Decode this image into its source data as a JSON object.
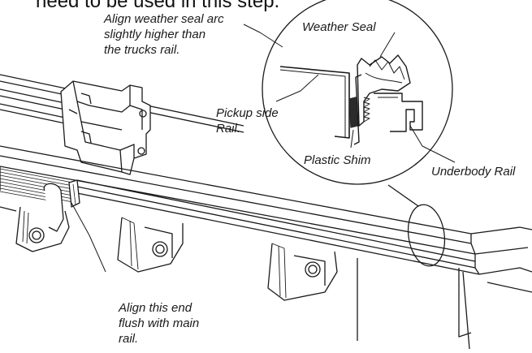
{
  "heading": "need to be used in this step.",
  "callouts": {
    "align_weather_seal": "Align weather seal arc\nslightly higher than\nthe trucks rail.",
    "weather_seal": "Weather Seal",
    "pickup_side_rail": "Pickup side\nRail.",
    "plastic_shim": "Plastic Shim",
    "underbody_rail": "Underbody Rail",
    "align_end": "Align this end\nflush with main\nrail."
  },
  "colors": {
    "line": "#1a1a1a",
    "shim": "#2b2b2b",
    "paper": "#ffffff"
  }
}
